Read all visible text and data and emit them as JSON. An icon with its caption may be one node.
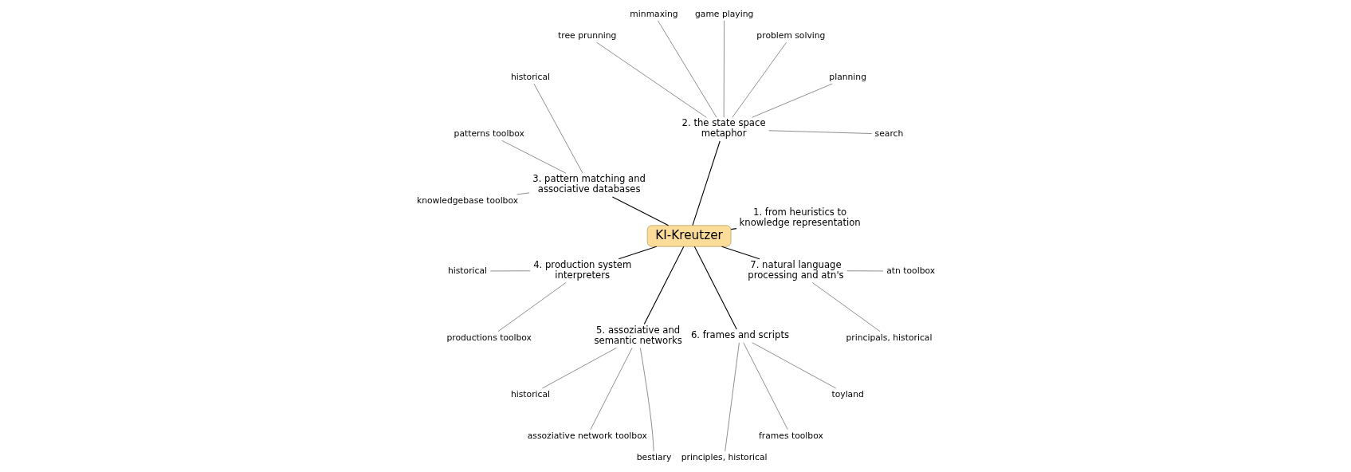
{
  "diagram": {
    "nodes": [
      {
        "text": [
          "KI-Kreutzer"
        ]
      },
      {
        "text": [
          "1. from heuristics to knowledge representation"
        ]
      },
      {
        "text": [
          "2. the state space metaphor"
        ]
      },
      {
        "text": [
          "search"
        ]
      },
      {
        "text": [
          "planning"
        ]
      },
      {
        "text": [
          "problem solving"
        ]
      },
      {
        "text": [
          "game playing"
        ]
      },
      {
        "text": [
          "minmaxing"
        ]
      },
      {
        "text": [
          "tree prunning"
        ]
      },
      {
        "text": [
          "3. pattern matching and associative databases"
        ]
      },
      {
        "text": [
          "historical"
        ]
      },
      {
        "text": [
          "patterns toolbox"
        ]
      },
      {
        "text": [
          "knowledgebase toolbox"
        ]
      },
      {
        "text": [
          "4. production system interpreters"
        ]
      },
      {
        "text": [
          "historical"
        ]
      },
      {
        "text": [
          "productions toolbox"
        ]
      },
      {
        "text": [
          "5. assoziative and semantic networks"
        ]
      },
      {
        "text": [
          "historical"
        ]
      },
      {
        "text": [
          "assoziative network toolbox"
        ]
      },
      {
        "text": [
          "bestiary"
        ]
      },
      {
        "text": [
          "6. frames and scripts"
        ]
      },
      {
        "text": [
          "principles, historical"
        ]
      },
      {
        "text": [
          "frames toolbox"
        ]
      },
      {
        "text": [
          "toyland"
        ]
      },
      {
        "text": [
          "7. natural language processing and atn's"
        ]
      },
      {
        "text": [
          "principals, historical"
        ]
      },
      {
        "text": [
          "atn toolbox"
        ]
      }
    ],
    "edges": [
      {
        "from": 0,
        "to": 1,
        "arrow": "none"
      },
      {
        "from": 0,
        "to": 2,
        "arrow": "none"
      },
      {
        "from": 2,
        "to": 3,
        "arrow": "none"
      },
      {
        "from": 2,
        "to": 4,
        "arrow": "none"
      },
      {
        "from": 2,
        "to": 5,
        "arrow": "none"
      },
      {
        "from": 2,
        "to": 6,
        "arrow": "none"
      },
      {
        "from": 2,
        "to": 7,
        "arrow": "none"
      },
      {
        "from": 2,
        "to": 8,
        "arrow": "none"
      },
      {
        "from": 0,
        "to": 9,
        "arrow": "none"
      },
      {
        "from": 9,
        "to": 10,
        "arrow": "none"
      },
      {
        "from": 9,
        "to": 11,
        "arrow": "none"
      },
      {
        "from": 9,
        "to": 12,
        "arrow": "none"
      },
      {
        "from": 0,
        "to": 13,
        "arrow": "none"
      },
      {
        "from": 13,
        "to": 14,
        "arrow": "none"
      },
      {
        "from": 13,
        "to": 15,
        "arrow": "none"
      },
      {
        "from": 0,
        "to": 16,
        "arrow": "none"
      },
      {
        "from": 16,
        "to": 17,
        "arrow": "none"
      },
      {
        "from": 16,
        "to": 18,
        "arrow": "none"
      },
      {
        "from": 16,
        "to": 19,
        "arrow": "none"
      },
      {
        "from": 0,
        "to": 20,
        "arrow": "none"
      },
      {
        "from": 20,
        "to": 21,
        "arrow": "none"
      },
      {
        "from": 20,
        "to": 22,
        "arrow": "none"
      },
      {
        "from": 20,
        "to": 23,
        "arrow": "none"
      },
      {
        "from": 0,
        "to": 24,
        "arrow": "none"
      },
      {
        "from": 24,
        "to": 25,
        "arrow": "none"
      },
      {
        "from": 24,
        "to": 26,
        "arrow": "none"
      }
    ]
  }
}
